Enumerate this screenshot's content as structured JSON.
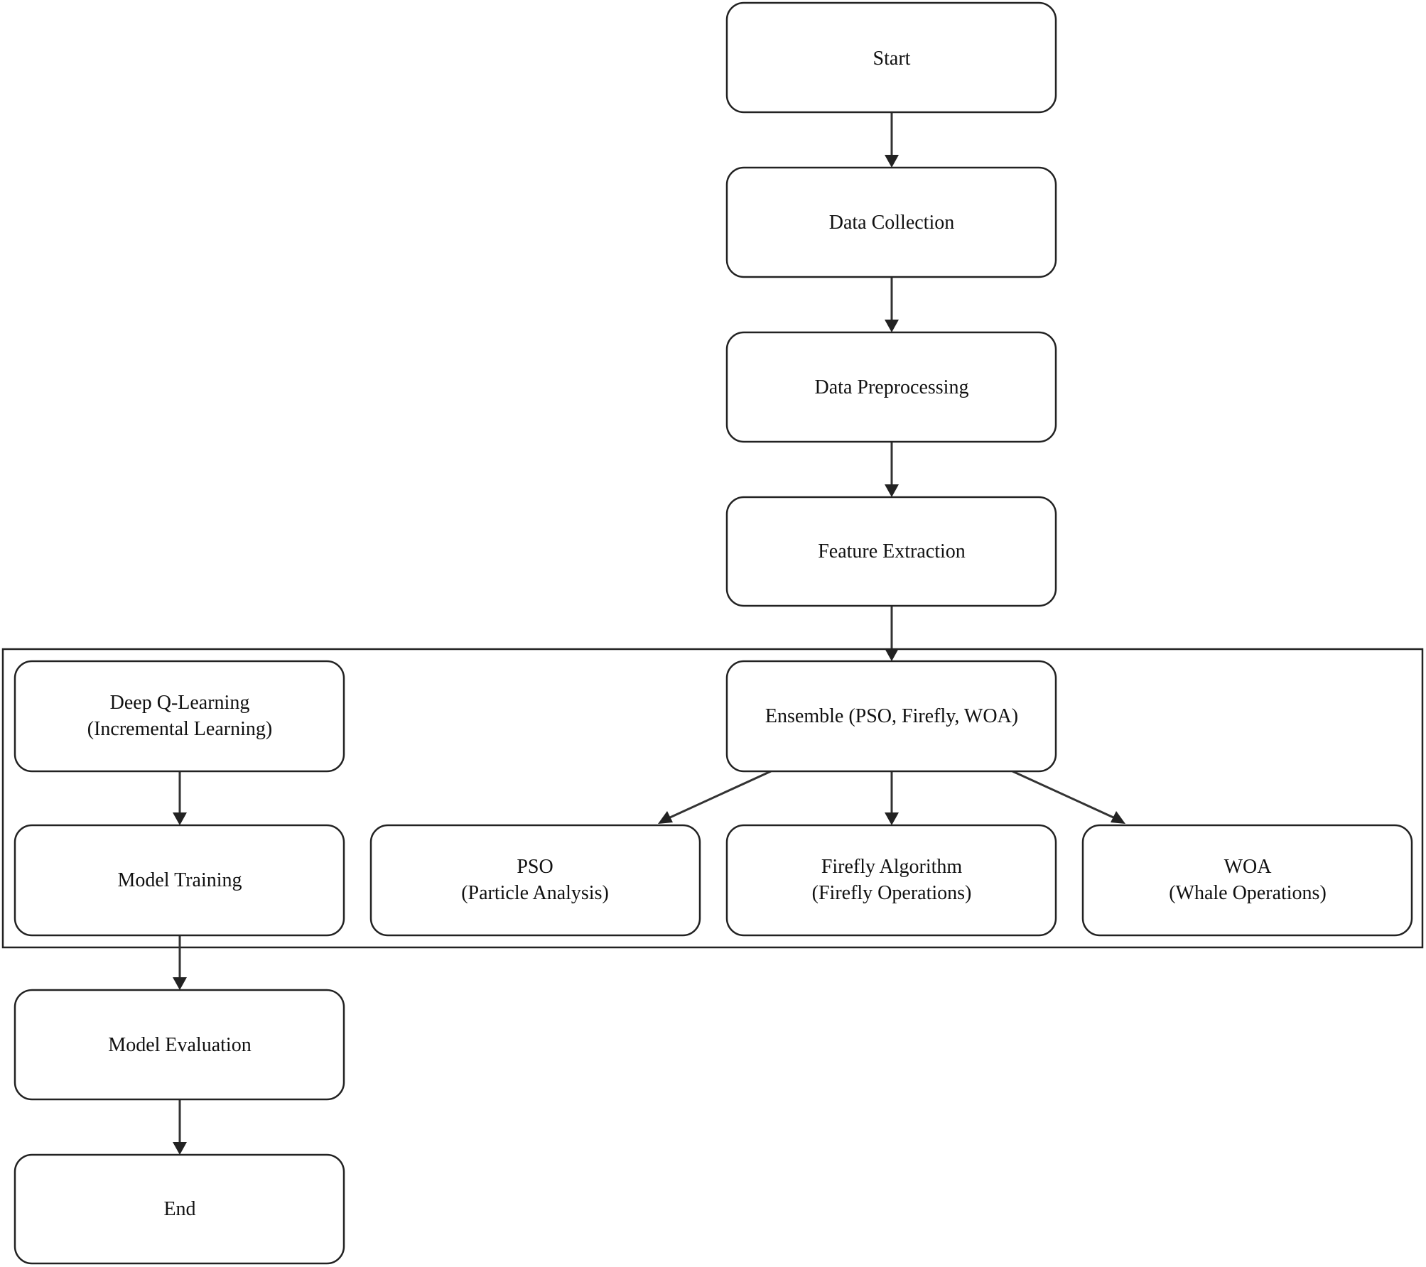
{
  "diagram": {
    "nodes": {
      "start": "Start",
      "data_collection": "Data Collection",
      "data_preprocessing": "Data Preprocessing",
      "feature_extraction": "Feature Extraction",
      "ensemble": "Ensemble (PSO, Firefly, WOA)",
      "pso_title": "PSO",
      "pso_sub": "(Particle Analysis)",
      "firefly_title": "Firefly Algorithm",
      "firefly_sub": "(Firefly Operations)",
      "woa_title": "WOA",
      "woa_sub": "(Whale Operations)",
      "dql_title": "Deep Q-Learning",
      "dql_sub": "(Incremental Learning)",
      "model_training": "Model Training",
      "model_evaluation": "Model Evaluation",
      "end": "End"
    },
    "edges": [
      [
        "start",
        "data_collection"
      ],
      [
        "data_collection",
        "data_preprocessing"
      ],
      [
        "data_preprocessing",
        "feature_extraction"
      ],
      [
        "feature_extraction",
        "ensemble"
      ],
      [
        "ensemble",
        "pso"
      ],
      [
        "ensemble",
        "firefly"
      ],
      [
        "ensemble",
        "woa"
      ],
      [
        "dql",
        "model_training"
      ],
      [
        "model_training",
        "model_evaluation"
      ],
      [
        "model_evaluation",
        "end"
      ]
    ],
    "colors": {
      "stroke": "#222222",
      "edge": "#333333",
      "background": "#ffffff"
    }
  }
}
